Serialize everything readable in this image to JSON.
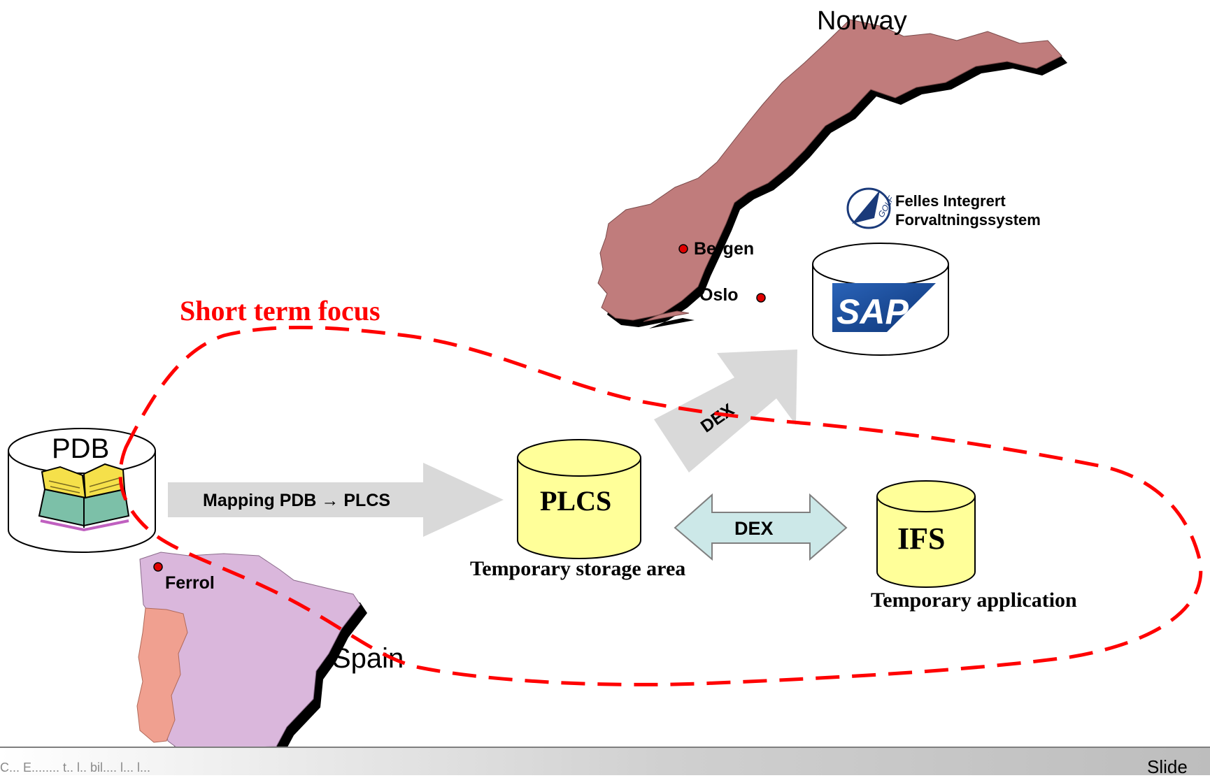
{
  "labels": {
    "norway": "Norway",
    "spain": "Spain",
    "bergen": "Bergen",
    "oslo": "Oslo",
    "ferrol": "Ferrol",
    "short_term_focus": "Short term focus",
    "pdb": "PDB",
    "mapping": "Mapping PDB → PLCS",
    "plcs": "PLCS",
    "temporary_storage": "Temporary storage area",
    "dex_arrow": "DEX",
    "dex_diagonal": "DEX",
    "ifs": "IFS",
    "temporary_application": "Temporary application",
    "fis_line1": "Felles Integrert",
    "fis_line2": "Forvaltningssystem",
    "golf": "GOLF",
    "sap": "SAP"
  },
  "footer": {
    "text": "C... E........ t.. l.. bil.... l... l...",
    "slide": "Slide"
  },
  "colors": {
    "focus": "#ff0000",
    "norway": "#c07c7c",
    "spain": "#dab7dc",
    "portugal": "#f0a090",
    "db_yellow": "#ffff99",
    "dex_cyan": "#cce8e8",
    "arrow_grey": "#d9d9d9",
    "sap_blue": "#1a4b99"
  }
}
